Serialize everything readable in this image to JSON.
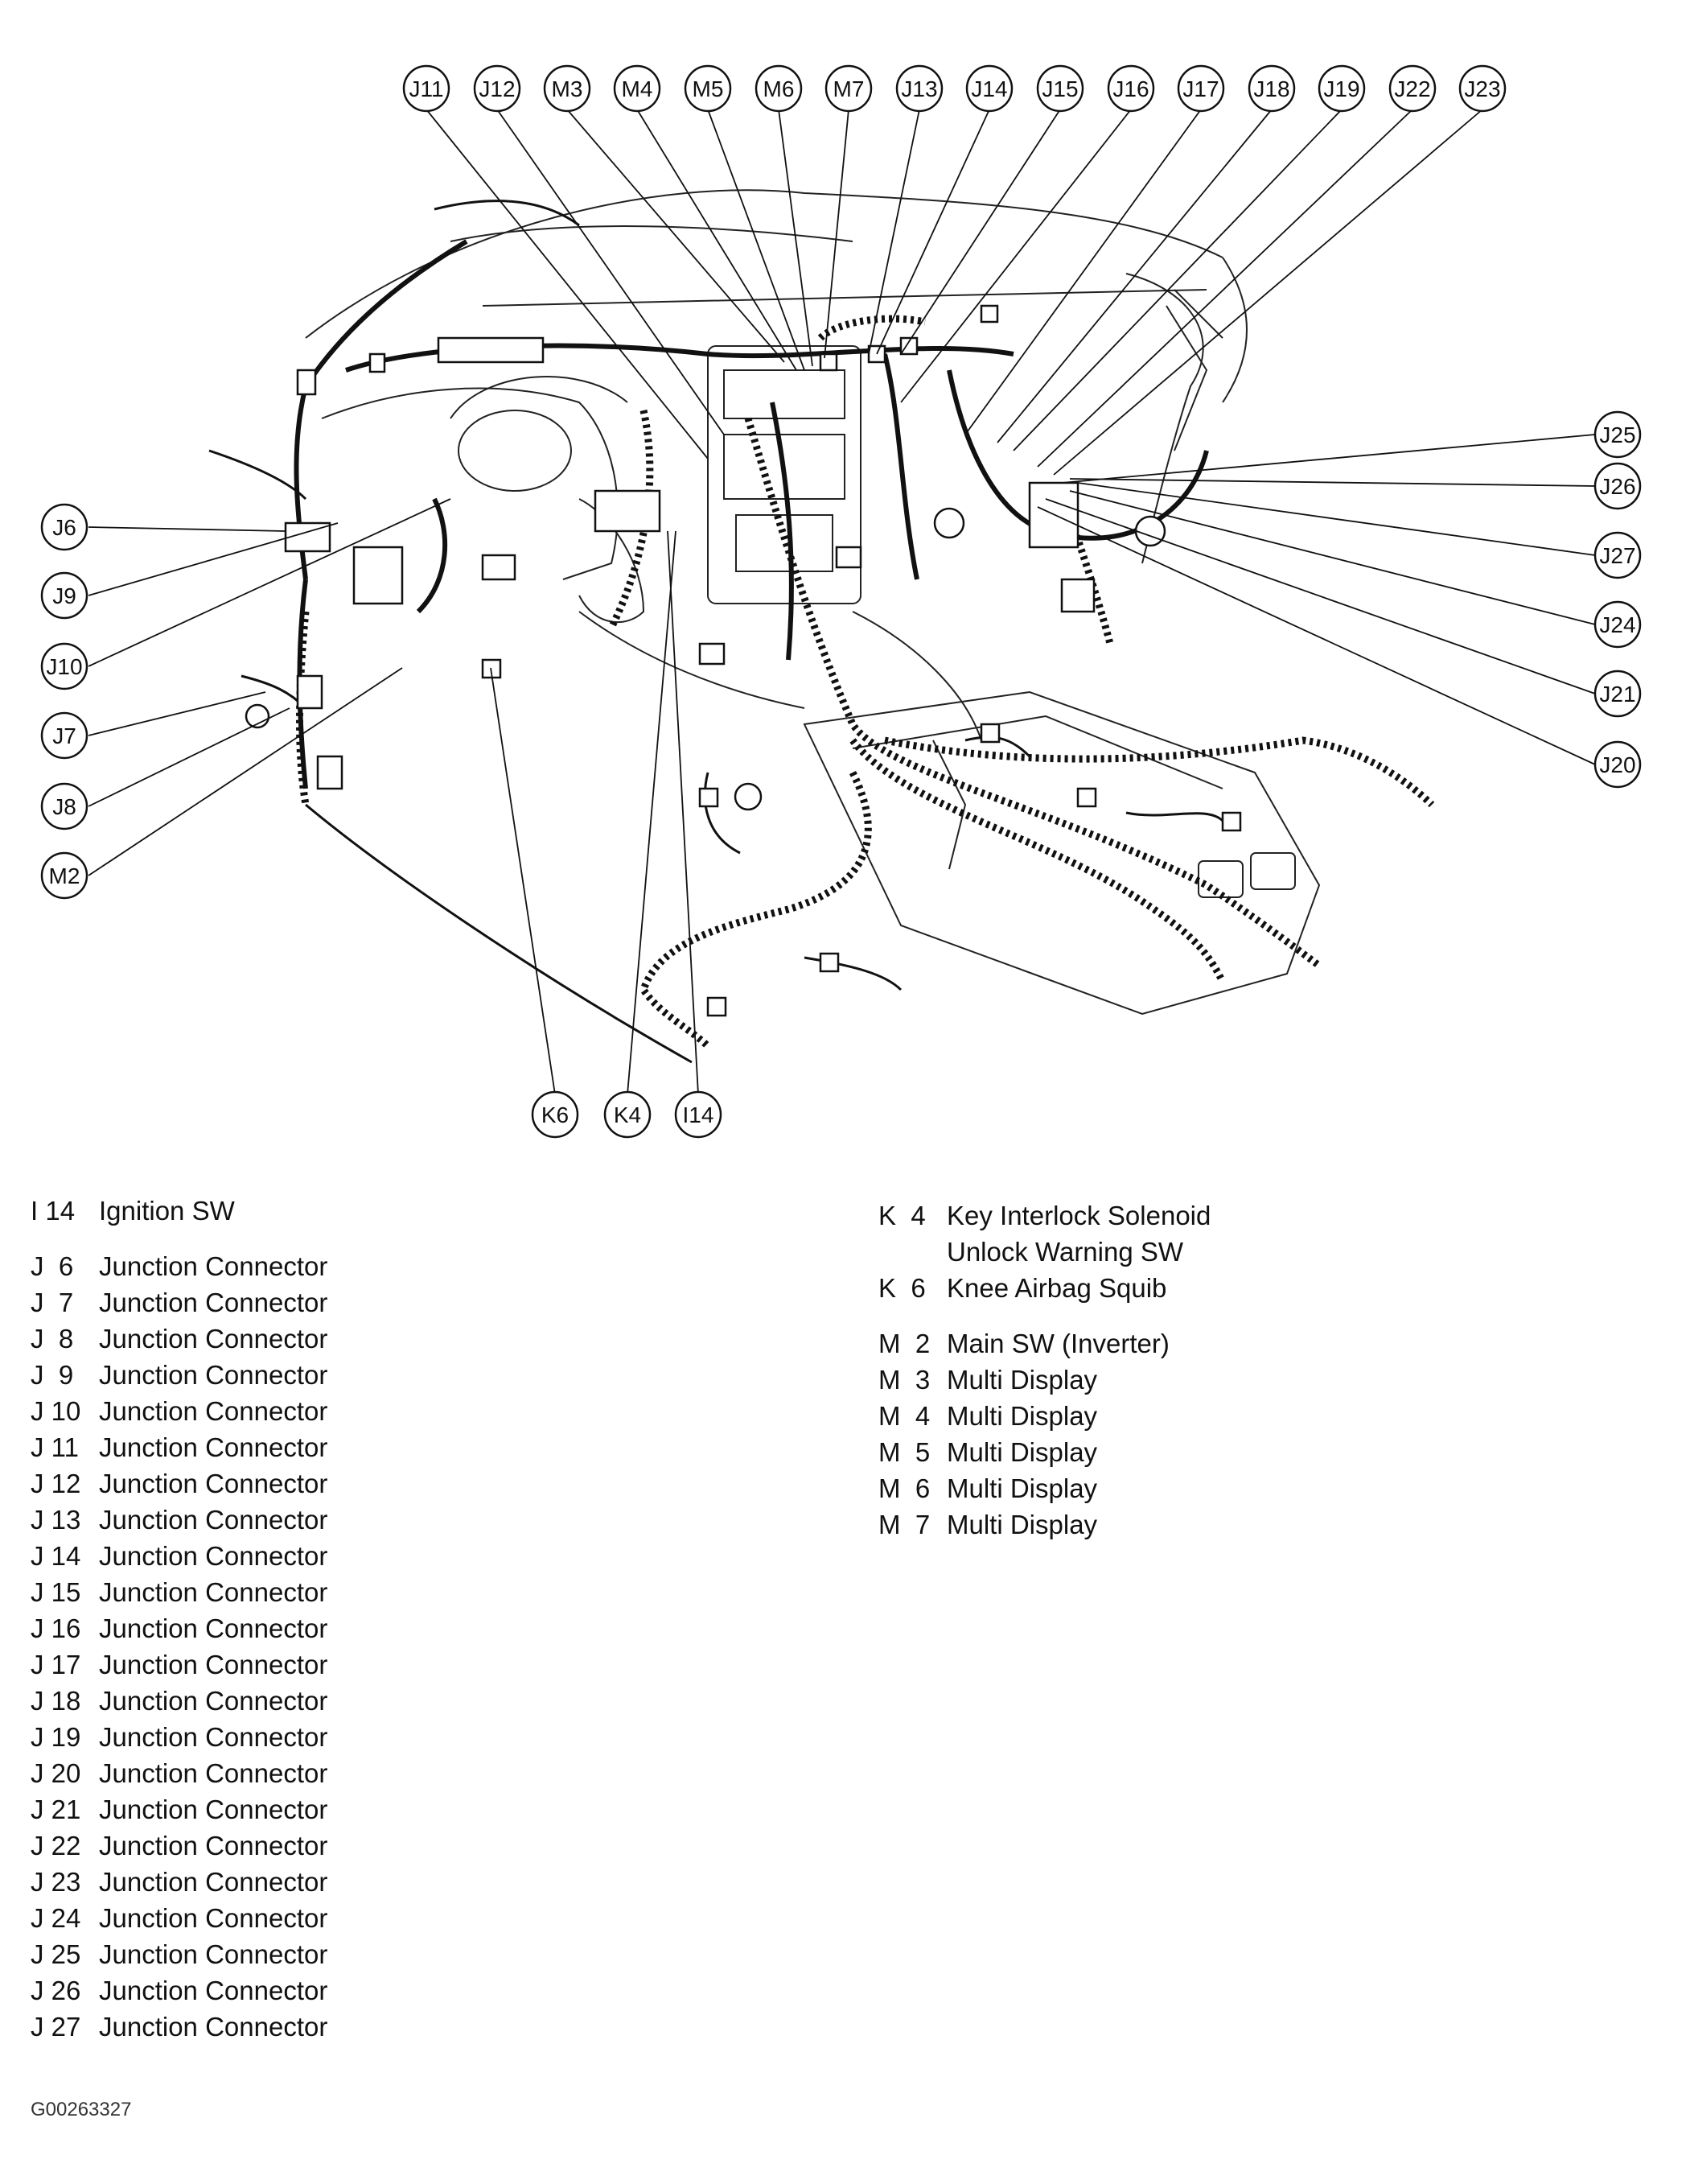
{
  "callouts": {
    "J11": "J11",
    "J12": "J12",
    "M3": "M3",
    "M4": "M4",
    "M5": "M5",
    "M6": "M6",
    "M7": "M7",
    "J13": "J13",
    "J14": "J14",
    "J15": "J15",
    "J16": "J16",
    "J17": "J17",
    "J18": "J18",
    "J19": "J19",
    "J22": "J22",
    "J23": "J23",
    "J25": "J25",
    "J26": "J26",
    "J27": "J27",
    "J24": "J24",
    "J21": "J21",
    "J20": "J20",
    "J6": "J6",
    "J9": "J9",
    "J10": "J10",
    "J7": "J7",
    "J8": "J8",
    "M2": "M2",
    "K6": "K6",
    "K4": "K4",
    "I14": "I14"
  },
  "legend_left": [
    {
      "code": "I 14",
      "desc": "Ignition SW"
    },
    {
      "code": "J  6",
      "desc": "Junction Connector"
    },
    {
      "code": "J  7",
      "desc": "Junction Connector"
    },
    {
      "code": "J  8",
      "desc": "Junction Connector"
    },
    {
      "code": "J  9",
      "desc": "Junction Connector"
    },
    {
      "code": "J 10",
      "desc": "Junction Connector"
    },
    {
      "code": "J 11",
      "desc": "Junction Connector"
    },
    {
      "code": "J 12",
      "desc": "Junction Connector"
    },
    {
      "code": "J 13",
      "desc": "Junction Connector"
    },
    {
      "code": "J 14",
      "desc": "Junction Connector"
    },
    {
      "code": "J 15",
      "desc": "Junction Connector"
    },
    {
      "code": "J 16",
      "desc": "Junction Connector"
    },
    {
      "code": "J 17",
      "desc": "Junction Connector"
    },
    {
      "code": "J 18",
      "desc": "Junction Connector"
    },
    {
      "code": "J 19",
      "desc": "Junction Connector"
    },
    {
      "code": "J 20",
      "desc": "Junction Connector"
    },
    {
      "code": "J 21",
      "desc": "Junction Connector"
    },
    {
      "code": "J 22",
      "desc": "Junction Connector"
    },
    {
      "code": "J 23",
      "desc": "Junction Connector"
    },
    {
      "code": "J 24",
      "desc": "Junction Connector"
    },
    {
      "code": "J 25",
      "desc": "Junction Connector"
    },
    {
      "code": "J 26",
      "desc": "Junction Connector"
    },
    {
      "code": "J 27",
      "desc": "Junction Connector"
    }
  ],
  "legend_right": [
    {
      "code": "K  4",
      "desc": "Key Interlock Solenoid"
    },
    {
      "code": "",
      "desc": "Unlock Warning SW"
    },
    {
      "code": "K  6",
      "desc": "Knee Airbag Squib"
    },
    {
      "code": "M  2",
      "desc": "Main SW (Inverter)"
    },
    {
      "code": "M  3",
      "desc": "Multi Display"
    },
    {
      "code": "M  4",
      "desc": "Multi Display"
    },
    {
      "code": "M  5",
      "desc": "Multi Display"
    },
    {
      "code": "M  6",
      "desc": "Multi Display"
    },
    {
      "code": "M  7",
      "desc": "Multi Display"
    }
  ],
  "figure_id": "G00263327"
}
